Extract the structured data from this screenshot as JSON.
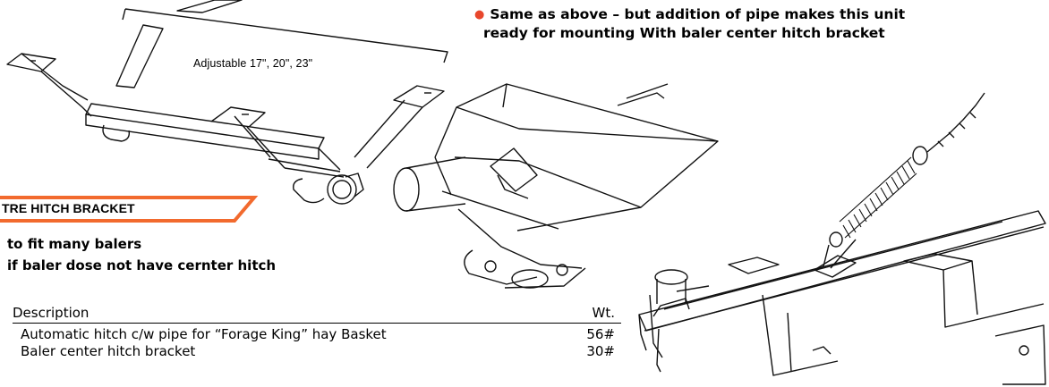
{
  "note": {
    "line1": "Same as above – but addition of pipe makes this unit",
    "line2": "ready for mounting With baler center hitch bracket"
  },
  "drawing": {
    "dimension_label": "Adjustable  17\",  20\",  23\""
  },
  "section_tag": {
    "label": "TRE HITCH BRACKET"
  },
  "features": {
    "line1": "to fit many balers",
    "line2": "if baler dose not have cernter  hitch"
  },
  "parts_table": {
    "headers": {
      "description": "Description",
      "weight": "Wt."
    },
    "rows": [
      {
        "description": "Automatic hitch c/w pipe for “Forage King”  hay Basket",
        "weight": "56#"
      },
      {
        "description": "Baler center hitch bracket",
        "weight": "30#"
      }
    ]
  },
  "colors": {
    "accent": "#f26a2e",
    "bullet": "#e8472c"
  }
}
